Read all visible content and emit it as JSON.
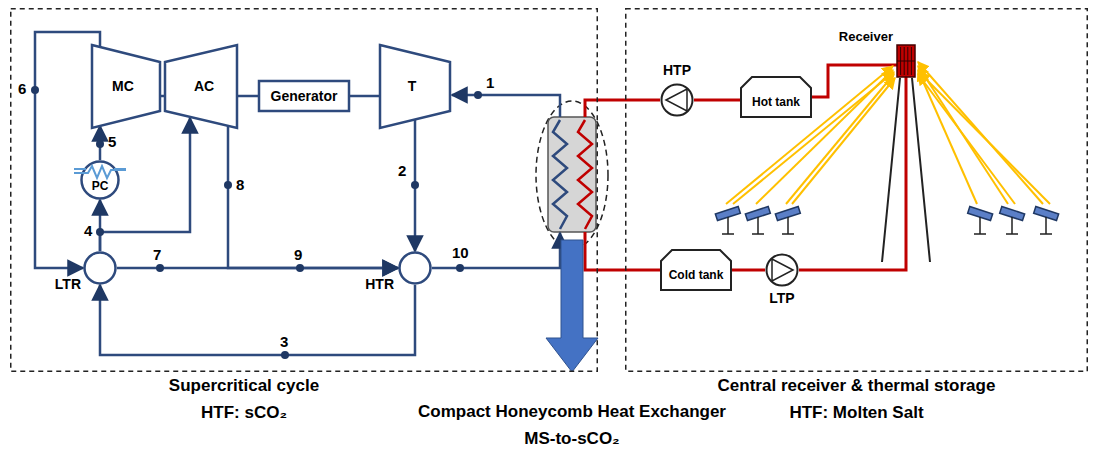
{
  "diagram": {
    "nodes": [
      {
        "text": [
          "Supercritical cycle",
          "HTF: sCO₂"
        ]
      },
      {
        "text": [
          "MC"
        ],
        "in": 0
      },
      {
        "text": [
          "AC"
        ],
        "in": 0
      },
      {
        "text": [
          "Generator"
        ],
        "in": 0
      },
      {
        "text": [
          "T"
        ],
        "in": 0
      },
      {
        "text": [
          "PC"
        ],
        "in": 0
      },
      {
        "text": [
          "LTR"
        ],
        "in": 0
      },
      {
        "text": [
          "HTR"
        ],
        "in": 0
      },
      {
        "text": [
          "Central receiver & thermal storage",
          "HTF: Molten Salt"
        ]
      },
      {
        "text": [
          "HTP"
        ],
        "in": 8
      },
      {
        "text": [
          "Hot tank"
        ],
        "in": 8
      },
      {
        "text": [
          "Receiver"
        ],
        "in": 8
      },
      {
        "text": [
          "Cold tank"
        ],
        "in": 8
      },
      {
        "text": [
          "LTP"
        ],
        "in": 8
      }
    ],
    "edges": [
      {
        "from": 1,
        "to": 2,
        "arrow": "none"
      },
      {
        "from": 2,
        "to": 3,
        "arrow": "none"
      },
      {
        "from": 3,
        "to": 4,
        "arrow": "none"
      },
      {
        "from": 4,
        "to": 7,
        "arrow": "to"
      },
      {
        "from": 7,
        "to": 6,
        "arrow": "to"
      },
      {
        "from": 6,
        "to": 5,
        "arrow": "to"
      },
      {
        "from": 6,
        "to": 2,
        "arrow": "to"
      },
      {
        "from": 5,
        "to": 1,
        "arrow": "to"
      },
      {
        "from": 1,
        "to": 6,
        "arrow": "to"
      },
      {
        "from": 6,
        "to": 7,
        "arrow": "to"
      },
      {
        "from": 2,
        "to": 7,
        "arrow": "to"
      },
      {
        "from": 11,
        "to": 10,
        "arrow": "none"
      },
      {
        "from": 10,
        "to": 9,
        "arrow": "none"
      },
      {
        "from": 12,
        "to": 13,
        "arrow": "none"
      },
      {
        "from": 13,
        "to": 11,
        "arrow": "none"
      }
    ],
    "labels": [
      "1",
      "2",
      "3",
      "4",
      "5",
      "6",
      "7",
      "8",
      "9",
      "10",
      "Compact Honeycomb Heat Exchanger",
      "MS-to-sCO₂"
    ]
  }
}
